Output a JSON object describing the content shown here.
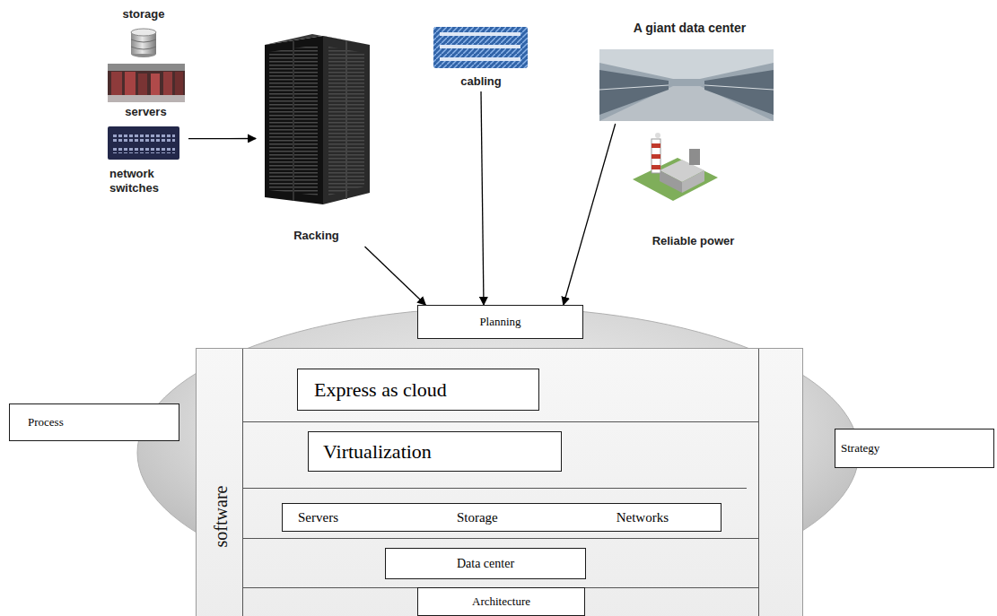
{
  "diagram": {
    "nodes": [
      {
        "text": [
          "storage"
        ]
      },
      {
        "text": [
          "servers"
        ]
      },
      {
        "text": [
          "network switches"
        ]
      },
      {
        "text": [
          "Racking"
        ]
      },
      {
        "text": [
          "cabling"
        ]
      },
      {
        "text": [
          "A giant data center"
        ]
      },
      {
        "text": [
          "Reliable power"
        ]
      },
      {
        "text": [
          "Planning"
        ]
      },
      {
        "text": [
          "software"
        ]
      },
      {
        "text": [
          "Express as cloud"
        ],
        "in": 8
      },
      {
        "text": [
          "Virtualization"
        ],
        "in": 8
      },
      {
        "text": [
          "Servers",
          "Storage",
          "Networks"
        ],
        "in": 8
      },
      {
        "text": [
          "Data center"
        ],
        "in": 8
      },
      {
        "text": [
          "Architecture"
        ]
      },
      {
        "text": [
          "Process"
        ]
      },
      {
        "text": [
          "Strategy"
        ]
      }
    ],
    "edges": [
      {
        "from": 1,
        "to": 3,
        "arrow": "to"
      },
      {
        "from": 3,
        "to": 7,
        "arrow": "to"
      },
      {
        "from": 4,
        "to": 7,
        "arrow": "to"
      },
      {
        "from": 5,
        "to": 7,
        "arrow": "to"
      }
    ]
  }
}
